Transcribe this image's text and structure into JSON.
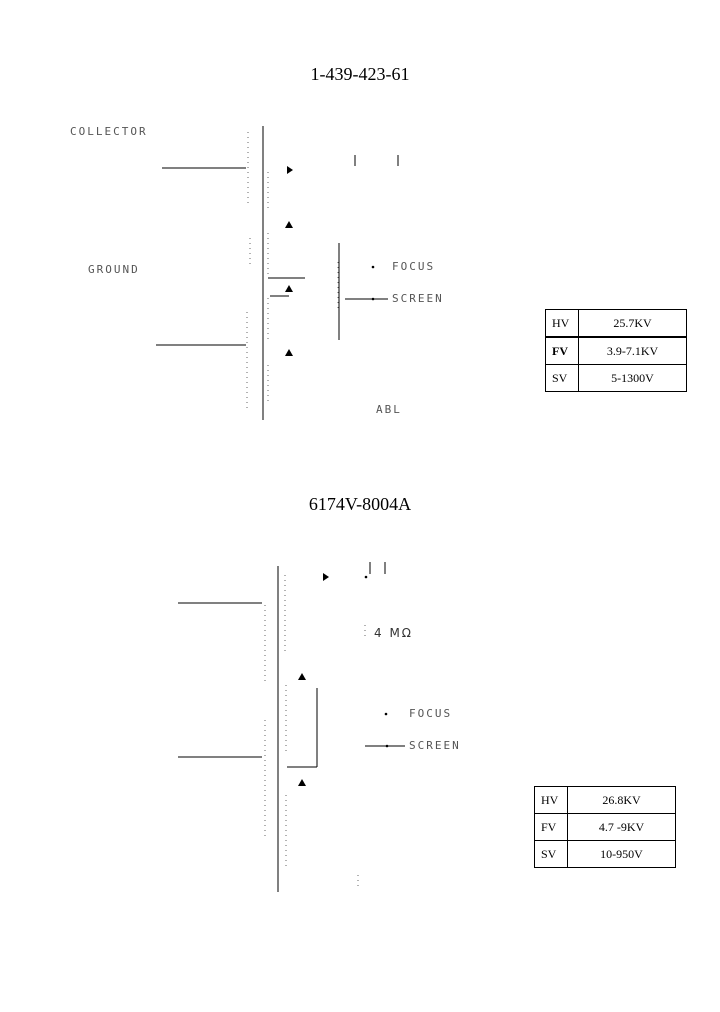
{
  "diagram1": {
    "title": "1-439-423-61",
    "labels": {
      "collector": "COLLECTOR",
      "ground": "GROUND",
      "focus": "FOCUS",
      "screen": "SCREEN",
      "abl": "ABL"
    },
    "specs": [
      {
        "key": "HV",
        "value": "25.7KV"
      },
      {
        "key": "FV",
        "value": "3.9-7.1KV"
      },
      {
        "key": "SV",
        "value": "5-1300V"
      }
    ]
  },
  "diagram2": {
    "title": "6174V-8004A",
    "labels": {
      "resistance": "4 MΩ",
      "focus": "FOCUS",
      "screen": "SCREEN"
    },
    "specs": [
      {
        "key": "HV",
        "value": "26.8KV"
      },
      {
        "key": "FV",
        "value": "4.7 -9KV"
      },
      {
        "key": "SV",
        "value": "10-950V"
      }
    ]
  }
}
